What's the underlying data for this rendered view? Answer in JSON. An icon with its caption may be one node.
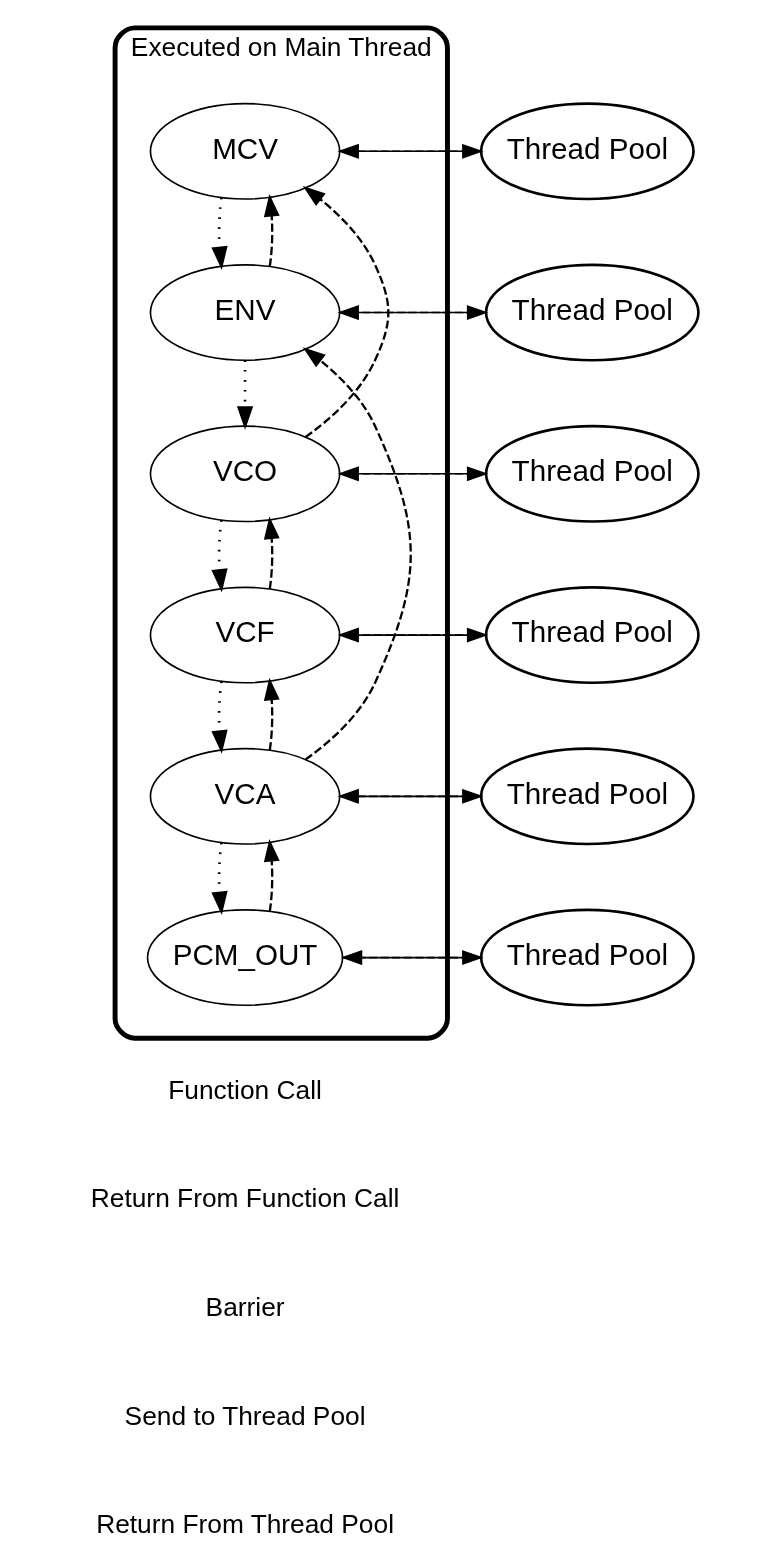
{
  "diagram": {
    "nodes": [
      {
        "text": [
          "Executed on Main Thread"
        ]
      },
      {
        "text": [
          "MCV"
        ],
        "in": 0
      },
      {
        "text": [
          "Thread Pool"
        ]
      },
      {
        "text": [
          "ENV"
        ],
        "in": 0
      },
      {
        "text": [
          "Thread Pool"
        ]
      },
      {
        "text": [
          "VCO"
        ],
        "in": 0
      },
      {
        "text": [
          "Thread Pool"
        ]
      },
      {
        "text": [
          "VCF"
        ],
        "in": 0
      },
      {
        "text": [
          "Thread Pool"
        ]
      },
      {
        "text": [
          "VCA"
        ],
        "in": 0
      },
      {
        "text": [
          "Thread Pool"
        ]
      },
      {
        "text": [
          "PCM_OUT"
        ],
        "in": 0
      },
      {
        "text": [
          "Thread Pool"
        ]
      }
    ],
    "edges": [
      {
        "from": 1,
        "to": 2,
        "arrow": "to"
      },
      {
        "from": 2,
        "to": 1,
        "arrow": "to",
        "style": "dashed"
      },
      {
        "from": 1,
        "to": 3,
        "arrow": "to",
        "style": "dashed"
      },
      {
        "from": 3,
        "to": 1,
        "arrow": "to",
        "style": "dashed"
      },
      {
        "from": 3,
        "to": 4,
        "arrow": "to"
      },
      {
        "from": 4,
        "to": 3,
        "arrow": "to",
        "style": "dashed"
      },
      {
        "from": 3,
        "to": 5,
        "arrow": "to",
        "style": "dashed"
      },
      {
        "from": 5,
        "to": 1,
        "arrow": "to",
        "style": "dashed"
      },
      {
        "from": 5,
        "to": 6,
        "arrow": "to"
      },
      {
        "from": 6,
        "to": 5,
        "arrow": "to",
        "style": "dashed"
      },
      {
        "from": 5,
        "to": 7,
        "arrow": "to",
        "style": "dashed"
      },
      {
        "from": 7,
        "to": 5,
        "arrow": "to",
        "style": "dashed"
      },
      {
        "from": 7,
        "to": 8,
        "arrow": "to"
      },
      {
        "from": 8,
        "to": 7,
        "arrow": "to",
        "style": "dashed"
      },
      {
        "from": 7,
        "to": 9,
        "arrow": "to",
        "style": "dashed"
      },
      {
        "from": 9,
        "to": 7,
        "arrow": "to",
        "style": "dashed"
      },
      {
        "from": 9,
        "to": 3,
        "arrow": "to",
        "style": "dashed"
      },
      {
        "from": 9,
        "to": 10,
        "arrow": "to"
      },
      {
        "from": 10,
        "to": 9,
        "arrow": "to",
        "style": "dashed"
      },
      {
        "from": 9,
        "to": 11,
        "arrow": "to",
        "style": "dashed"
      },
      {
        "from": 11,
        "to": 9,
        "arrow": "to",
        "style": "dashed"
      },
      {
        "from": 11,
        "to": 12,
        "arrow": "to"
      },
      {
        "from": 12,
        "to": 11,
        "arrow": "to",
        "style": "dashed"
      }
    ],
    "legend": [
      {
        "text": "Function Call"
      },
      {
        "text": "Return From Function Call"
      },
      {
        "text": "Barrier"
      },
      {
        "text": "Send to Thread Pool"
      },
      {
        "text": "Return From Thread Pool"
      }
    ]
  }
}
